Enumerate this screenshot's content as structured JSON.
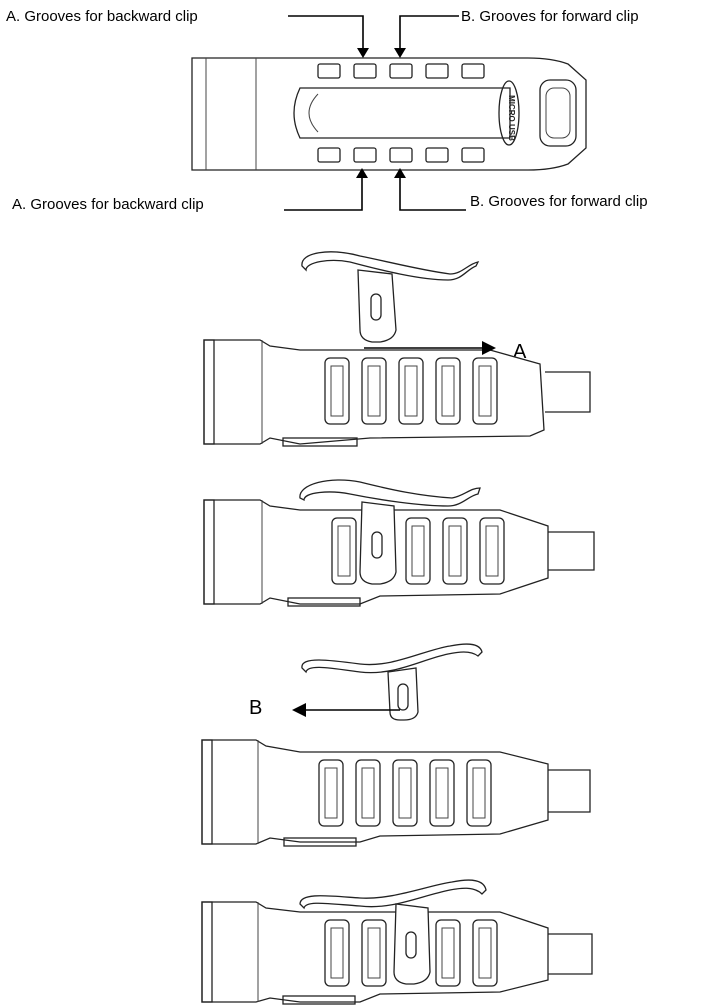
{
  "labels": {
    "top_left": "A. Grooves for backward clip",
    "top_right": "B. Grooves for forward clip",
    "bottom_left": "A. Grooves for backward clip",
    "bottom_right": "B. Grooves for forward clip"
  },
  "device_top": {
    "port_text": "MICRO USB"
  },
  "step_labels": {
    "a": "A",
    "b": "B"
  }
}
